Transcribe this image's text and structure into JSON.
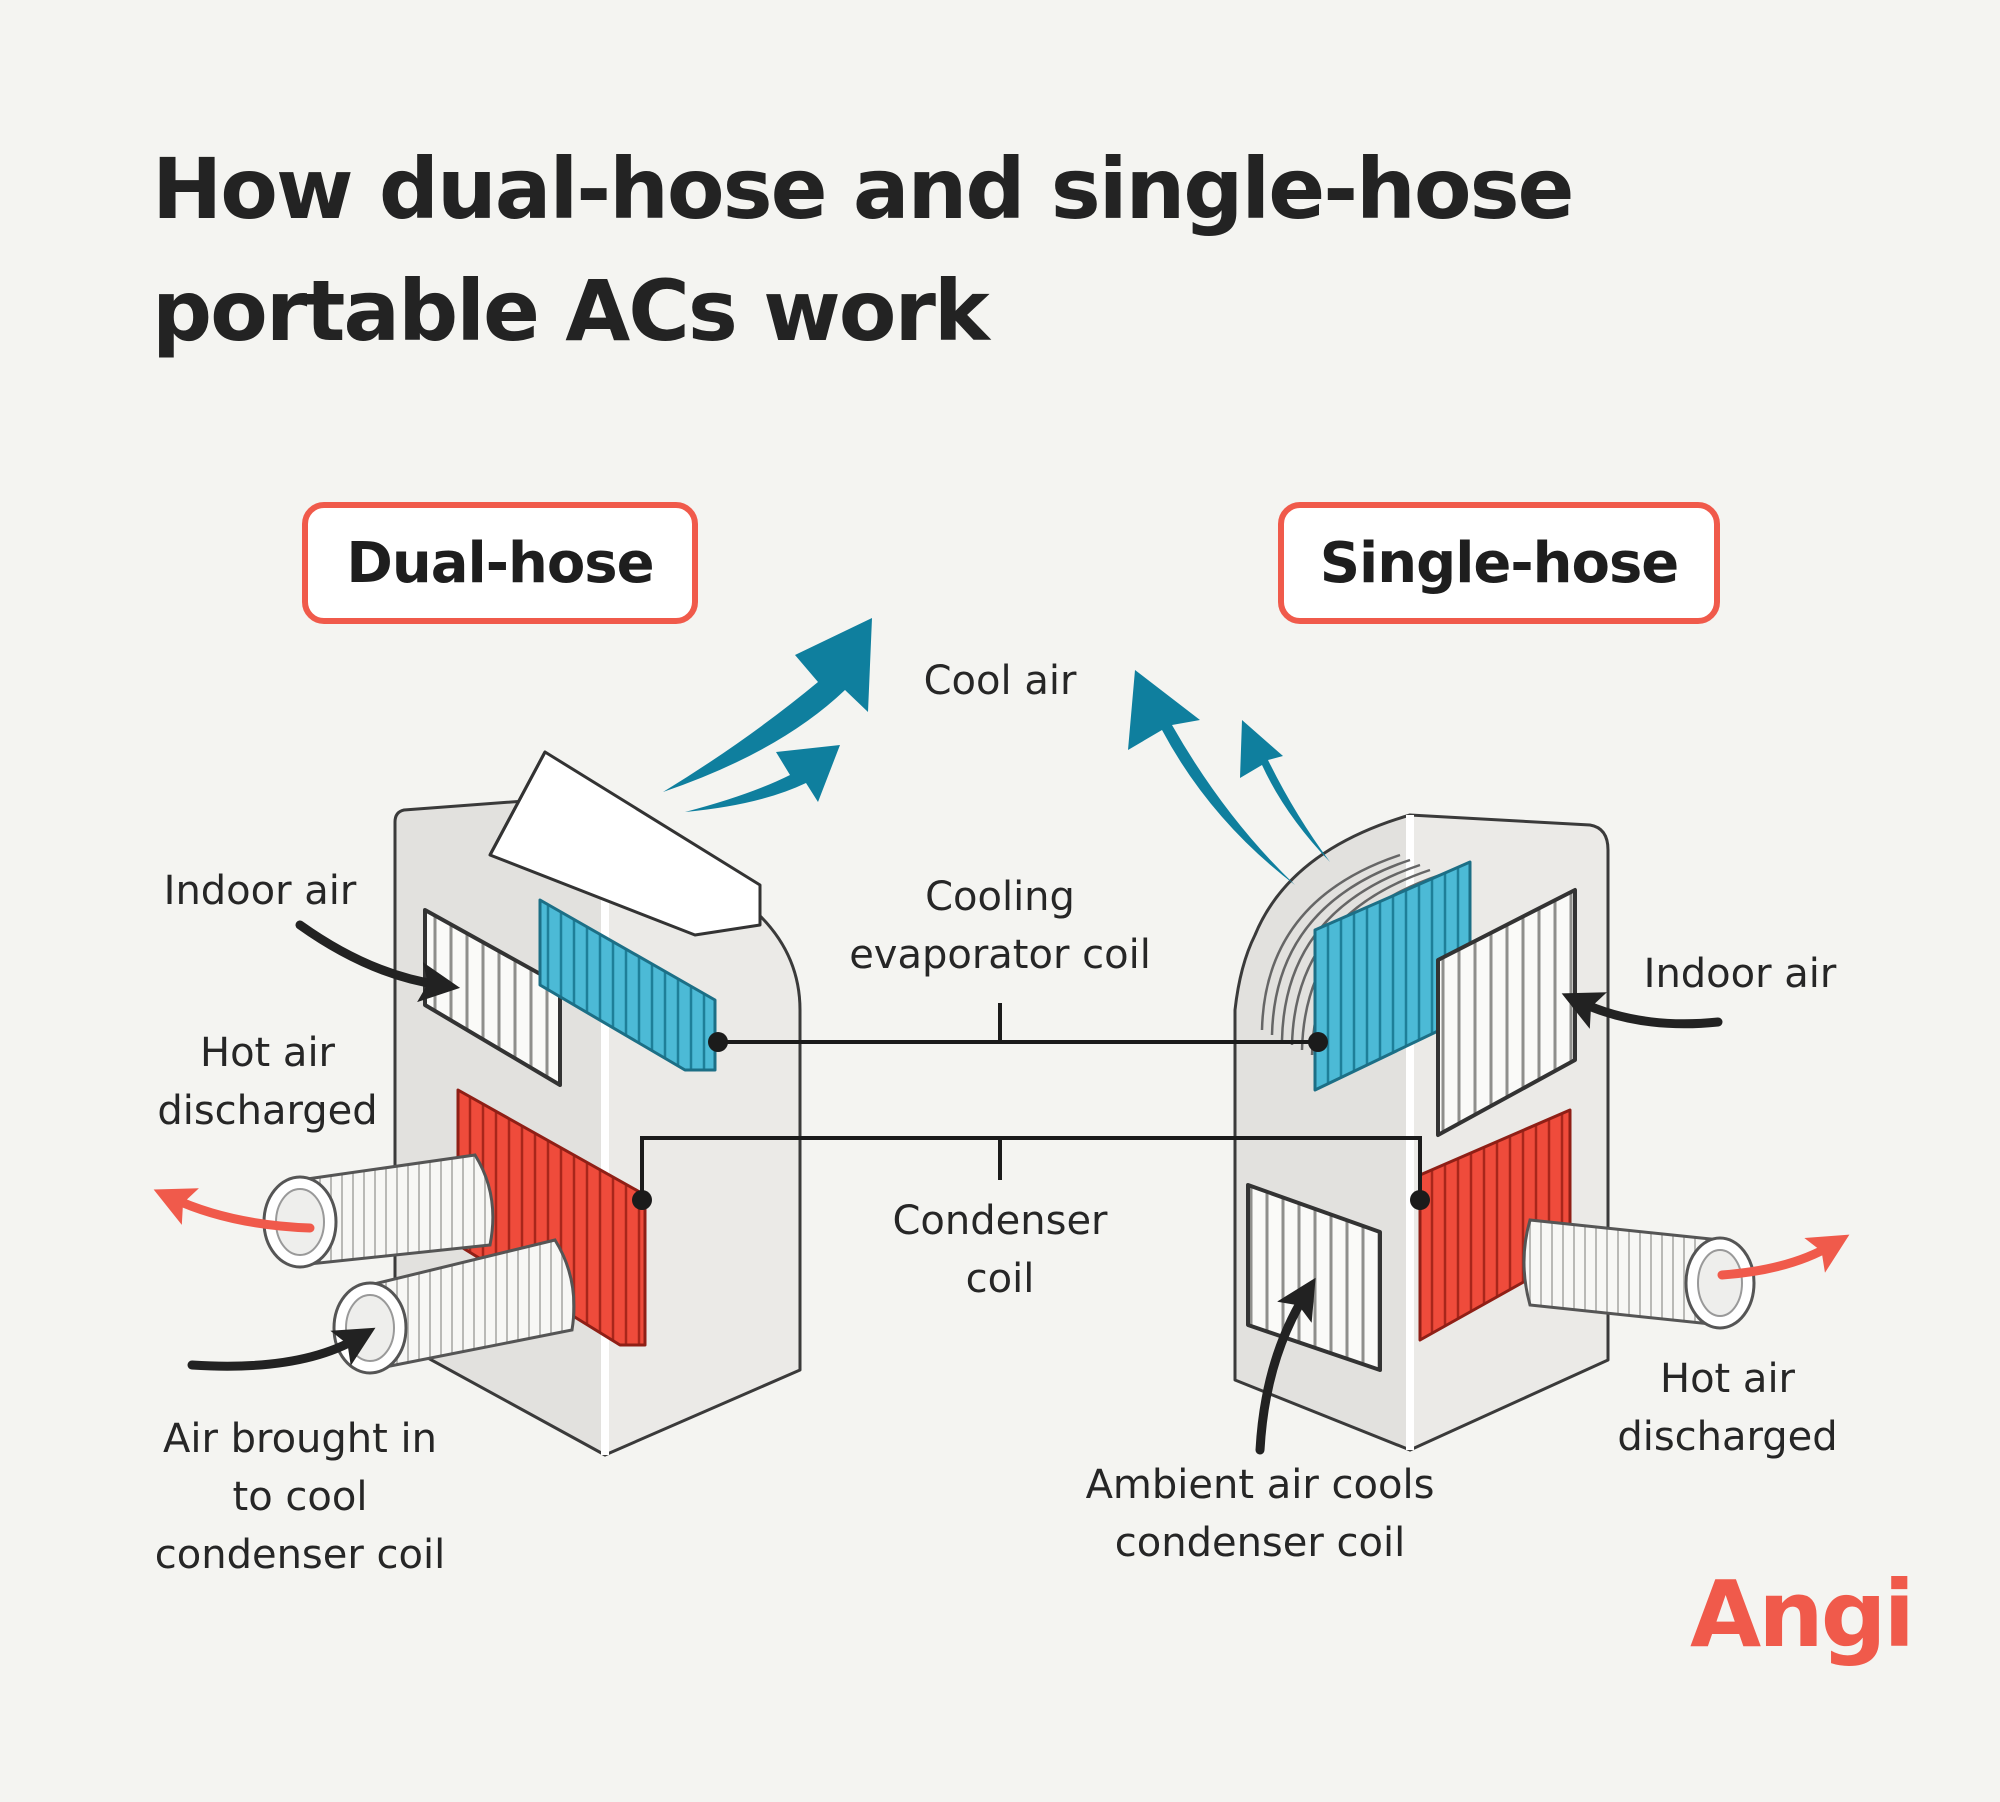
{
  "title": {
    "line1": "How dual-hose and single-hose",
    "line2": "portable ACs work"
  },
  "panels": {
    "dual": "Dual-hose",
    "single": "Single-hose"
  },
  "labels": {
    "cool_air": "Cool air",
    "evaporator_l1": "Cooling",
    "evaporator_l2": "evaporator coil",
    "condenser_l1": "Condenser",
    "condenser_l2": "coil",
    "dual_indoor_air": "Indoor air",
    "dual_hot_air_l1": "Hot air",
    "dual_hot_air_l2": "discharged",
    "dual_air_in_l1": "Air brought in",
    "dual_air_in_l2": "to cool",
    "dual_air_in_l3": "condenser coil",
    "single_indoor_air": "Indoor air",
    "single_hot_air_l1": "Hot air",
    "single_hot_air_l2": "discharged",
    "single_ambient_l1": "Ambient air cools",
    "single_ambient_l2": "condenser coil"
  },
  "brand": "Angi",
  "colors": {
    "background": "#f4f4f1",
    "accent": "#f05a4b",
    "cool_arrow": "#0f7f9e",
    "evaporator": "#4cbad6",
    "condenser": "#ef4b3b",
    "unit_body": "#e4e3e0",
    "text": "#232323"
  }
}
